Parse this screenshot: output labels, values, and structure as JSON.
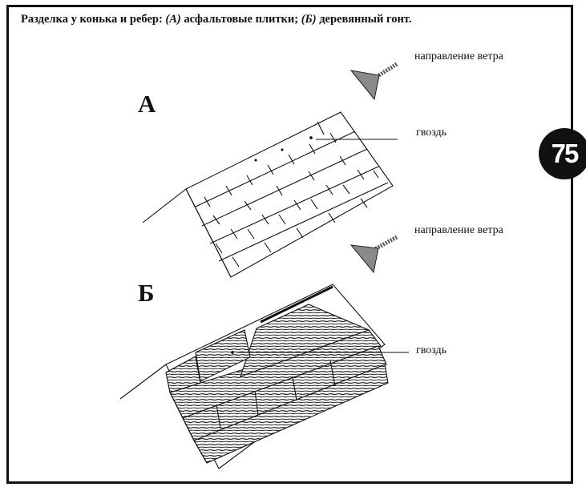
{
  "caption": {
    "main": "Разделка у конька и ребер: ",
    "a_tag": "(А)",
    "a_text": " асфальтовые плитки; ",
    "b_tag": "(Б)",
    "b_text": " деревянный гонт."
  },
  "figure_a": {
    "letter": "А",
    "wind_label": "направление ветра",
    "nail_label": "гвоздь"
  },
  "figure_b": {
    "letter": "Б",
    "wind_label": "направление ветра",
    "nail_label": "гвоздь"
  },
  "page_number": "75",
  "colors": {
    "ink": "#111111",
    "arrow_fill": "#8a8a8a",
    "paper": "#ffffff"
  }
}
